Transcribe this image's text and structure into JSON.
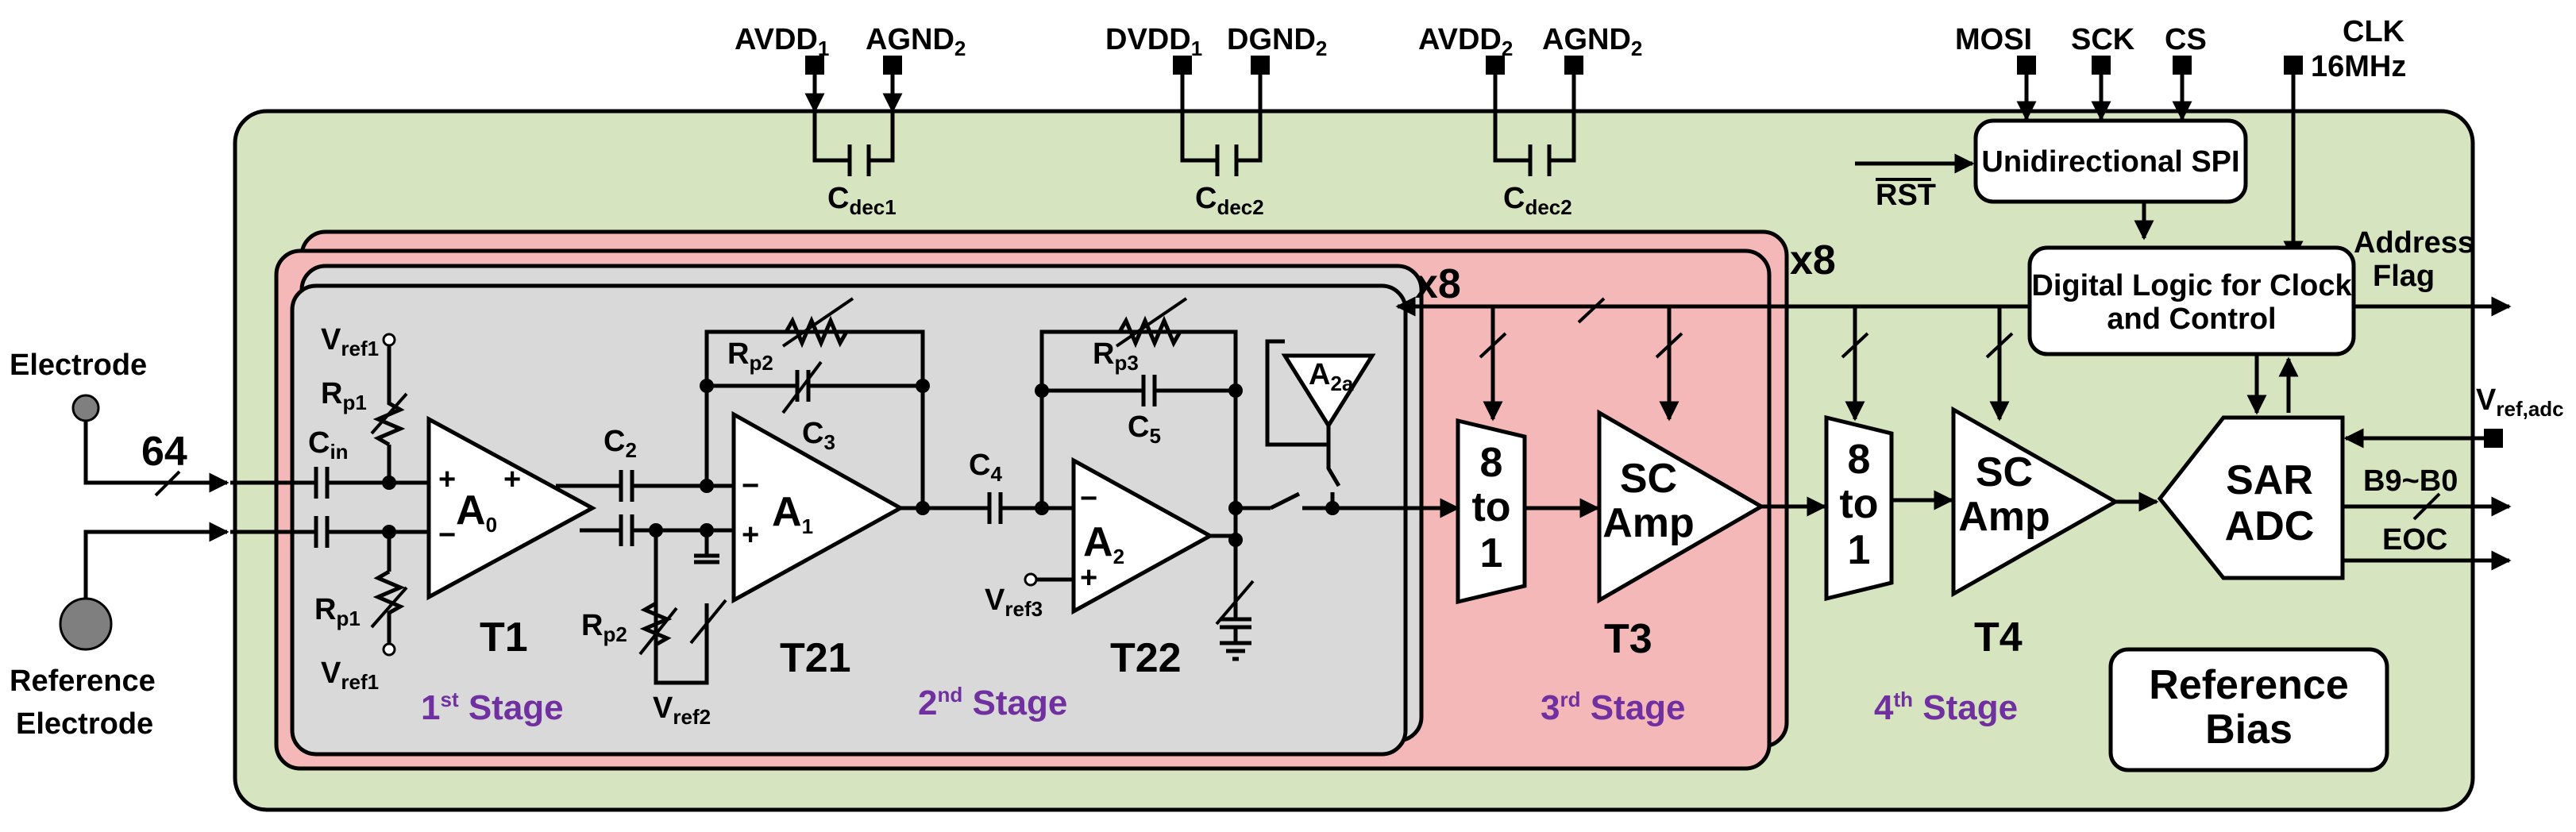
{
  "supplies": [
    {
      "left": "AVDD",
      "left_sub": "1",
      "right": "AGND",
      "right_sub": "2",
      "cap": "C",
      "cap_sub": "dec1"
    },
    {
      "left": "DVDD",
      "left_sub": "1",
      "right": "DGND",
      "right_sub": "2",
      "cap": "C",
      "cap_sub": "dec2"
    },
    {
      "left": "AVDD",
      "left_sub": "2",
      "right": "AGND",
      "right_sub": "2",
      "cap": "C",
      "cap_sub": "dec2"
    }
  ],
  "spi_pins": {
    "mosi": "MOSI",
    "sck": "SCK",
    "cs": "CS"
  },
  "clk": {
    "line1": "CLK",
    "line2": "16MHz"
  },
  "rst": "RST",
  "electrode": "Electrode",
  "ref_electrode": {
    "line1": "Reference",
    "line2": "Electrode"
  },
  "channels": "64",
  "multiplier_inner": "x8",
  "multiplier_outer": "x8",
  "t1": {
    "amp": "A",
    "amp_sub": "0",
    "vref_top": "V",
    "vref_top_sub": "ref1",
    "vref_bot": "V",
    "vref_bot_sub": "ref1",
    "rp_top": "R",
    "rp_top_sub": "p1",
    "rp_bot": "R",
    "rp_bot_sub": "p1",
    "cin": "C",
    "cin_sub": "in",
    "name": "T1",
    "plus_top": "+",
    "minus_top": "+",
    "minus_in": "−",
    "plus_in": "+"
  },
  "t21": {
    "c2": "C",
    "c2_sub": "2",
    "rp2_fb": "R",
    "rp2_fb_sub": "p2",
    "c3": "C",
    "c3_sub": "3",
    "amp": "A",
    "amp_sub": "1",
    "rp2": "R",
    "rp2_sub": "p2",
    "vref2": "V",
    "vref2_sub": "ref2",
    "name": "T21",
    "minus": "−",
    "plus": "+"
  },
  "t22": {
    "c4": "C",
    "c4_sub": "4",
    "rp3": "R",
    "rp3_sub": "p3",
    "c5": "C",
    "c5_sub": "5",
    "amp": "A",
    "amp_sub": "2",
    "a2a": "A",
    "a2a_sub": "2a",
    "vref3": "V",
    "vref3_sub": "ref3",
    "name": "T22",
    "minus": "−",
    "plus": "+"
  },
  "stage1": {
    "num": "1",
    "sup": "st",
    "word": " Stage"
  },
  "stage2": {
    "num": "2",
    "sup": "nd",
    "word": " Stage"
  },
  "stage3": {
    "num": "3",
    "sup": "rd",
    "word": " Stage"
  },
  "stage4": {
    "num": "4",
    "sup": "th",
    "word": " Stage"
  },
  "mux3": {
    "l1": "8",
    "l2": "to",
    "l3": "1"
  },
  "amp3": {
    "l1": "SC",
    "l2": "Amp"
  },
  "t3": "T3",
  "mux4": {
    "l1": "8",
    "l2": "to",
    "l3": "1"
  },
  "amp4": {
    "l1": "SC",
    "l2": "Amp"
  },
  "t4": "T4",
  "spi": "Unidirectional SPI",
  "logic": {
    "line1": "Digital Logic for Clock",
    "line2": "and Control"
  },
  "address": {
    "line1": "Address",
    "line2": "Flag"
  },
  "vref_adc": {
    "main": "V",
    "sub": "ref,adc"
  },
  "adc": {
    "l1": "SAR",
    "l2": "ADC"
  },
  "adc_out": "B9~B0",
  "eoc": "EOC",
  "ref_bias": {
    "line1": "Reference",
    "line2": "Bias"
  },
  "colors": {
    "outer": "#d6e4bf",
    "pink": "#f4b8b8",
    "grey": "#d9d9d9",
    "stage": "#7030a0"
  }
}
